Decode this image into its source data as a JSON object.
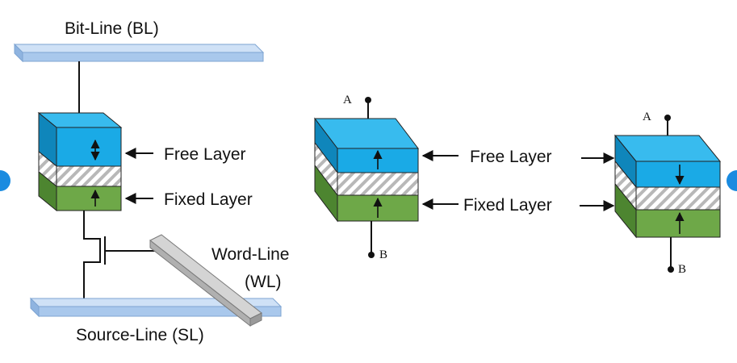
{
  "colors": {
    "rail_face": "#a9c8ec",
    "rail_top": "#cfe1f6",
    "rail_edge": "#7ea4d2",
    "free_front": "#1aaae6",
    "free_top": "#38bbee",
    "free_side": "#0f86bb",
    "fixed_front": "#6ea848",
    "fixed_side": "#4d8530",
    "hatch_front": "#ffffff",
    "hatch_stripe": "#b8b8b8",
    "wordline_front": "#b9b9b9",
    "wordline_top": "#d4d4d4",
    "accent_dot": "#1a8be0"
  },
  "circuit": {
    "bit_line_label": "Bit-Line (BL)",
    "source_line_label": "Source-Line (SL)",
    "word_line_label_1": "Word-Line",
    "word_line_label_2": "(WL)",
    "free_layer_label": "Free Layer",
    "fixed_layer_label": "Fixed Layer"
  },
  "mtj_states": {
    "free_layer_label": "Free Layer",
    "fixed_layer_label": "Fixed Layer",
    "parallel": {
      "terminal_top": "A",
      "terminal_bottom": "B"
    },
    "antiparallel": {
      "terminal_top": "A",
      "terminal_bottom": "B"
    }
  },
  "icons": {
    "arrow": "arrow-icon",
    "terminal": "terminal-dot-icon",
    "edge_marker": "circle-marker-icon"
  }
}
